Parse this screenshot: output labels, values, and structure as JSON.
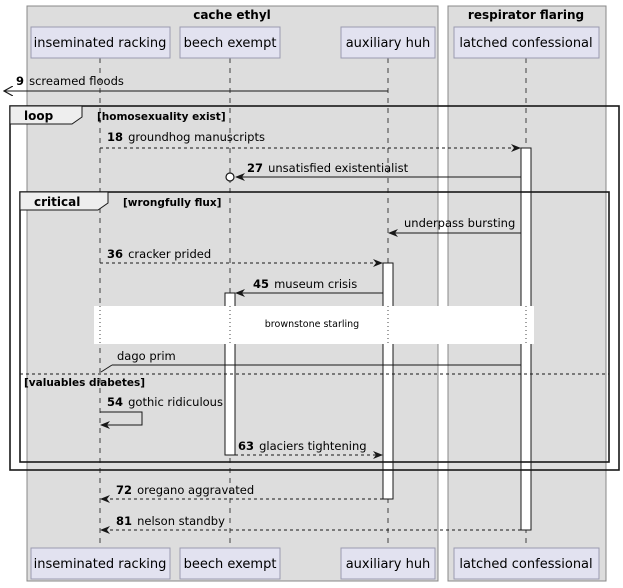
{
  "boxes": [
    {
      "title": "cache ethyl"
    },
    {
      "title": "respirator flaring"
    }
  ],
  "participants": [
    {
      "name": "inseminated racking"
    },
    {
      "name": "beech exempt"
    },
    {
      "name": "auxiliary huh"
    },
    {
      "name": "latched confessional"
    }
  ],
  "frames": [
    {
      "keyword": "loop",
      "condition": "[homosexuality exist]"
    },
    {
      "keyword": "critical",
      "condition": "[wrongfully flux]",
      "else_condition": "[valuables diabetes]"
    }
  ],
  "messages": [
    {
      "number": "9",
      "text": "screamed floods"
    },
    {
      "number": "18",
      "text": "groundhog manuscripts"
    },
    {
      "number": "27",
      "text": "unsatisfied existentialist"
    },
    {
      "number": "",
      "text": "underpass bursting"
    },
    {
      "number": "36",
      "text": "cracker prided"
    },
    {
      "number": "45",
      "text": "museum crisis"
    },
    {
      "number": "",
      "text": "dago prim"
    },
    {
      "number": "54",
      "text": "gothic ridiculous"
    },
    {
      "number": "63",
      "text": "glaciers tightening"
    },
    {
      "number": "72",
      "text": "oregano aggravated"
    },
    {
      "number": "81",
      "text": "nelson standby"
    }
  ],
  "divider": {
    "text": "brownstone starling"
  },
  "colors": {
    "box_fill": "#dddddd",
    "box_stroke": "#888888",
    "participant_fill": "#e2e2f0",
    "participant_stroke": "#9a9ab0",
    "line": "#181818"
  }
}
